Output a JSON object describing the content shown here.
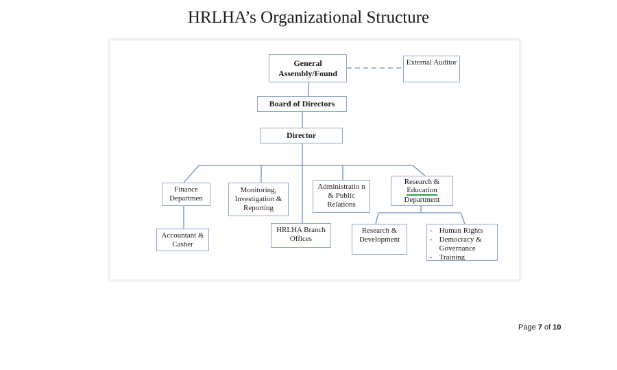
{
  "title": "HRLHA’s Organizational Structure",
  "nodes": {
    "general_assembly": "General Assembly/Found",
    "external_auditor": "External Auditor",
    "board": "Board of Directors",
    "director": "Director",
    "finance": "Finance Departmen",
    "monitoring": "Monitoring, Investigation & Reporting",
    "administration": "Administratio n & Public Relations",
    "research_education": {
      "line1": "Research &",
      "line2": "Education",
      "line3": "Department"
    },
    "accountant": "Accountant & Casher",
    "branch": "HRLHA Branch Offices",
    "research_dev": "Research & Development",
    "program_list": [
      "Human Rights",
      "Democracy & Governance",
      "Training"
    ]
  },
  "bullet": "-",
  "footer": {
    "prefix": "Page",
    "current": "7",
    "sep": "of",
    "total": "10"
  }
}
